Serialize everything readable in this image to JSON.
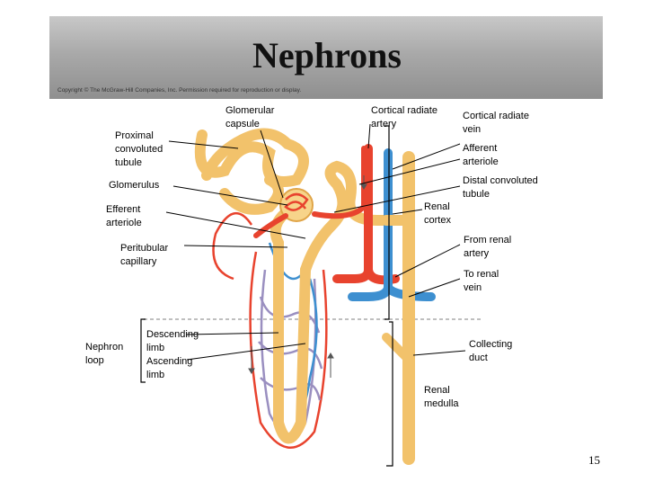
{
  "slide": {
    "title": "Nephrons",
    "copyright": "Copyright © The McGraw-Hill Companies, Inc. Permission required for reproduction or display.",
    "page_number": "15"
  },
  "labels": {
    "glomerular_capsule": "Glomerular\ncapsule",
    "cortical_radiate_artery": "Cortical radiate\nartery",
    "cortical_radiate_vein": "Cortical radiate\nvein",
    "proximal_convoluted_tubule": "Proximal\nconvoluted\ntubule",
    "afferent_arteriole": "Afferent\narteriole",
    "glomerulus": "Glomerulus",
    "distal_convoluted_tubule": "Distal convoluted\ntubule",
    "efferent_arteriole": "Efferent\narteriole",
    "renal_cortex": "Renal\ncortex",
    "peritubular_capillary": "Peritubular\ncapillary",
    "from_renal_artery": "From renal\nartery",
    "to_renal_vein": "To renal\nvein",
    "descending_limb": "Descending\nlimb",
    "ascending_limb": "Ascending\nlimb",
    "nephron_loop": "Nephron\nloop",
    "collecting_duct": "Collecting\nduct",
    "renal_medulla": "Renal\nmedulla"
  },
  "colors": {
    "header_gradient": "#a9a9a9",
    "artery": "#e8432e",
    "vein": "#3d8fd0",
    "tubule": "#f2c26b",
    "capillary_mesh": "#9a8fc0"
  }
}
